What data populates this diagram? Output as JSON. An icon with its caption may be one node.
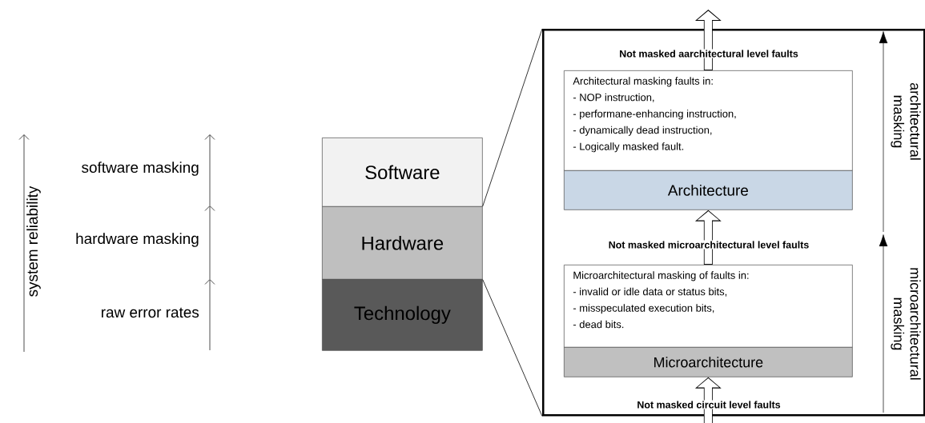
{
  "diagram": {
    "nodes": [
      {
        "text": [
          "Software"
        ]
      },
      {
        "text": [
          "Hardware"
        ]
      },
      {
        "text": [
          "Technology"
        ]
      },
      {
        "text": [],
        "shape": "box"
      },
      {
        "text": [
          "Architectural masking faults in:",
          "- NOP instruction,",
          "- performane-enhancing instruction,",
          "- dynamically dead instruction,",
          "- Logically masked fault."
        ],
        "in": 3
      },
      {
        "text": [
          "Architecture"
        ],
        "in": 3
      },
      {
        "text": [
          "Microarchitectural masking of faults in:",
          "- invalid or idle data or status bits,",
          "- misspeculated execution bits,",
          "- dead bits."
        ],
        "in": 3
      },
      {
        "text": [
          "Microarchitecture"
        ],
        "in": 3
      }
    ],
    "edges": [
      {
        "from": 1,
        "to": 3,
        "arrow": "none",
        "color": "#000000"
      },
      {
        "from": 1,
        "to": 3,
        "arrow": "none",
        "color": "#000000"
      },
      {
        "from": 4,
        "to": null,
        "arrow": "to",
        "label": "Not masked aarchitectural level faults"
      },
      {
        "from": 6,
        "to": 5,
        "arrow": "to",
        "label": "Not masked microarchitectural level faults"
      },
      {
        "from": null,
        "to": 7,
        "arrow": "to",
        "label": "Not masked circuit level faults"
      }
    ],
    "labels": [
      "system reliability",
      "software masking",
      "hardware masking",
      "raw error rates",
      "architectural masking",
      "microarchitectural masking"
    ]
  }
}
